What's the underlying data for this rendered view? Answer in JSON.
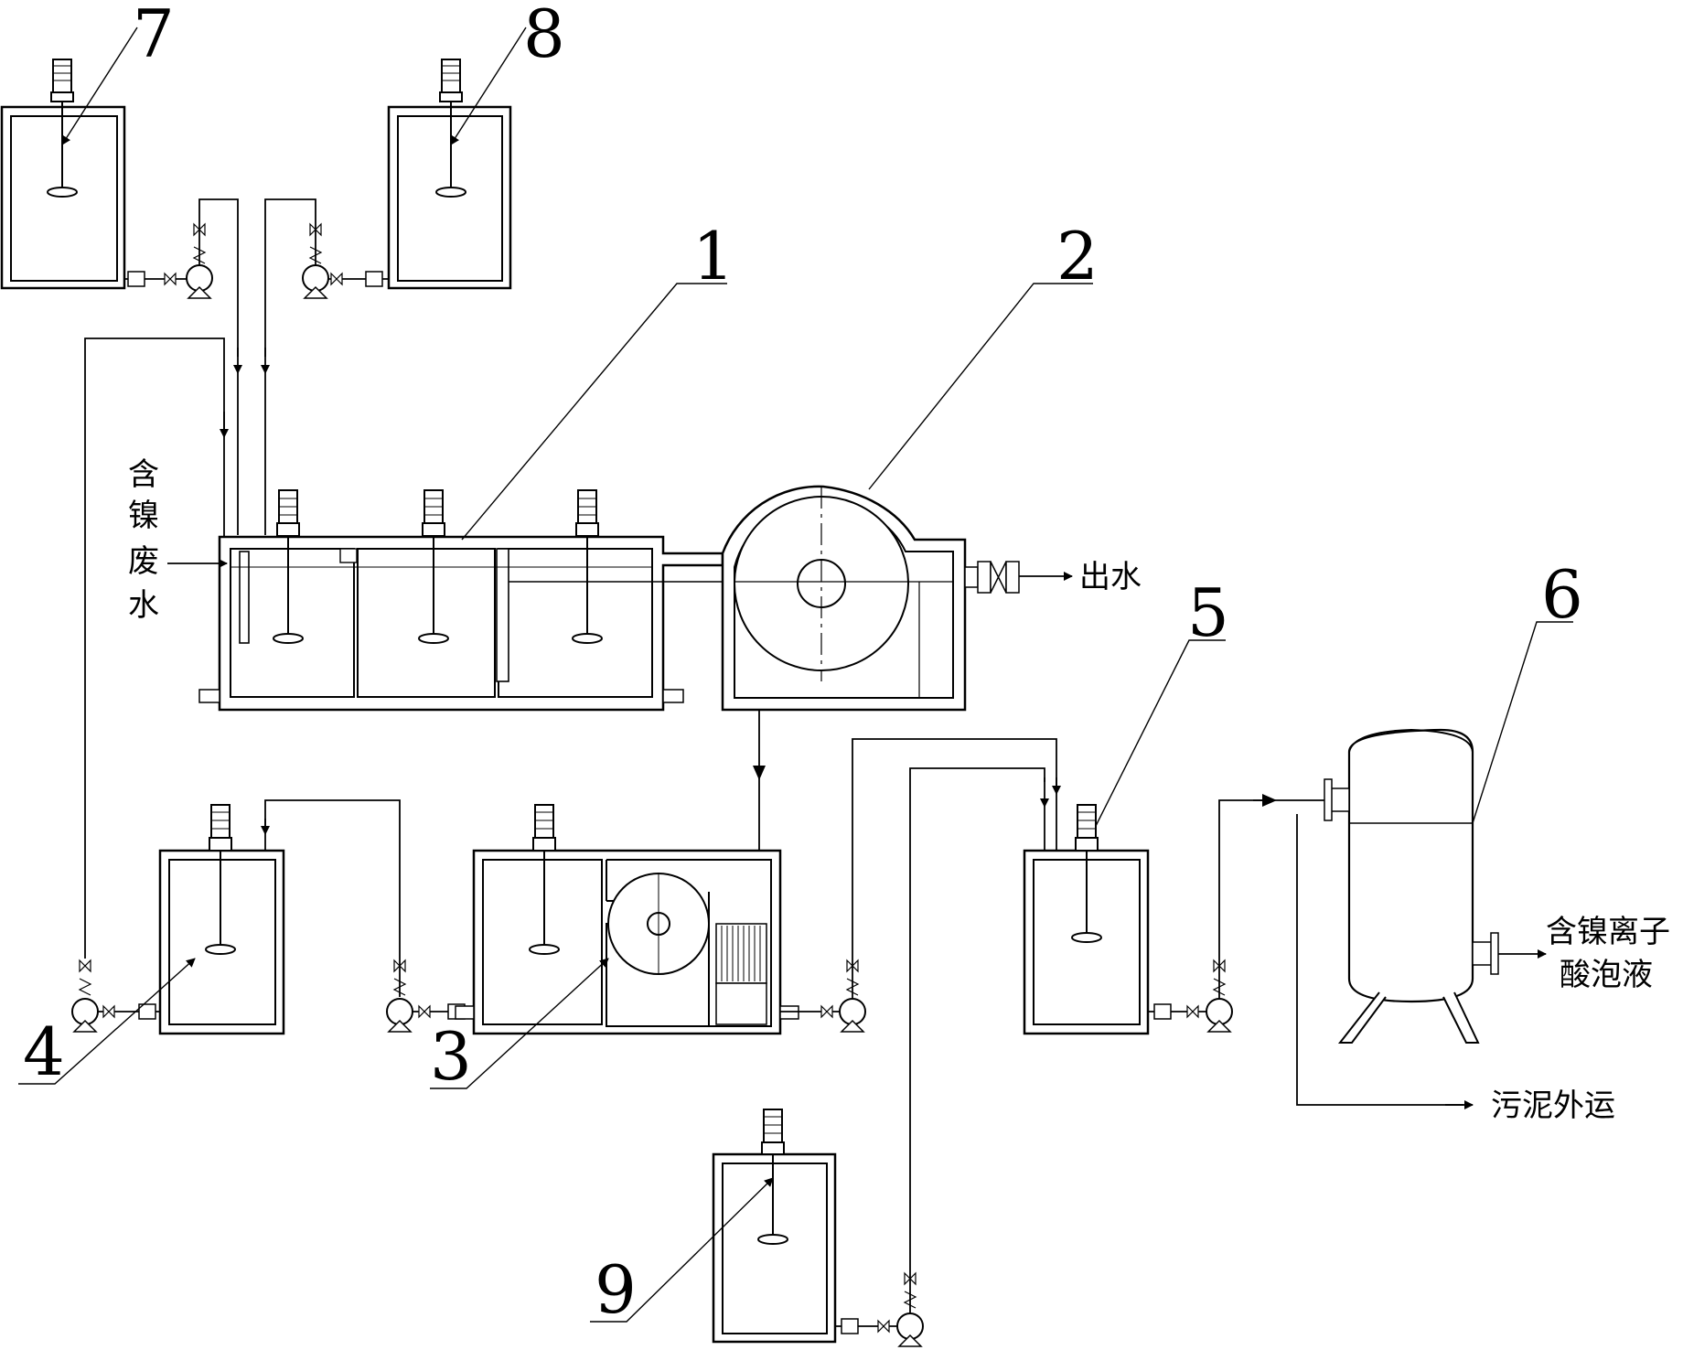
{
  "labels": {
    "inlet": [
      "含",
      "镍",
      "废",
      "水"
    ],
    "outlet": "出水",
    "product_line1": "含镍离子",
    "product_line2": "酸泡液",
    "sludge": "污泥外运"
  },
  "callouts": [
    "1",
    "2",
    "3",
    "4",
    "5",
    "6",
    "7",
    "8",
    "9"
  ]
}
